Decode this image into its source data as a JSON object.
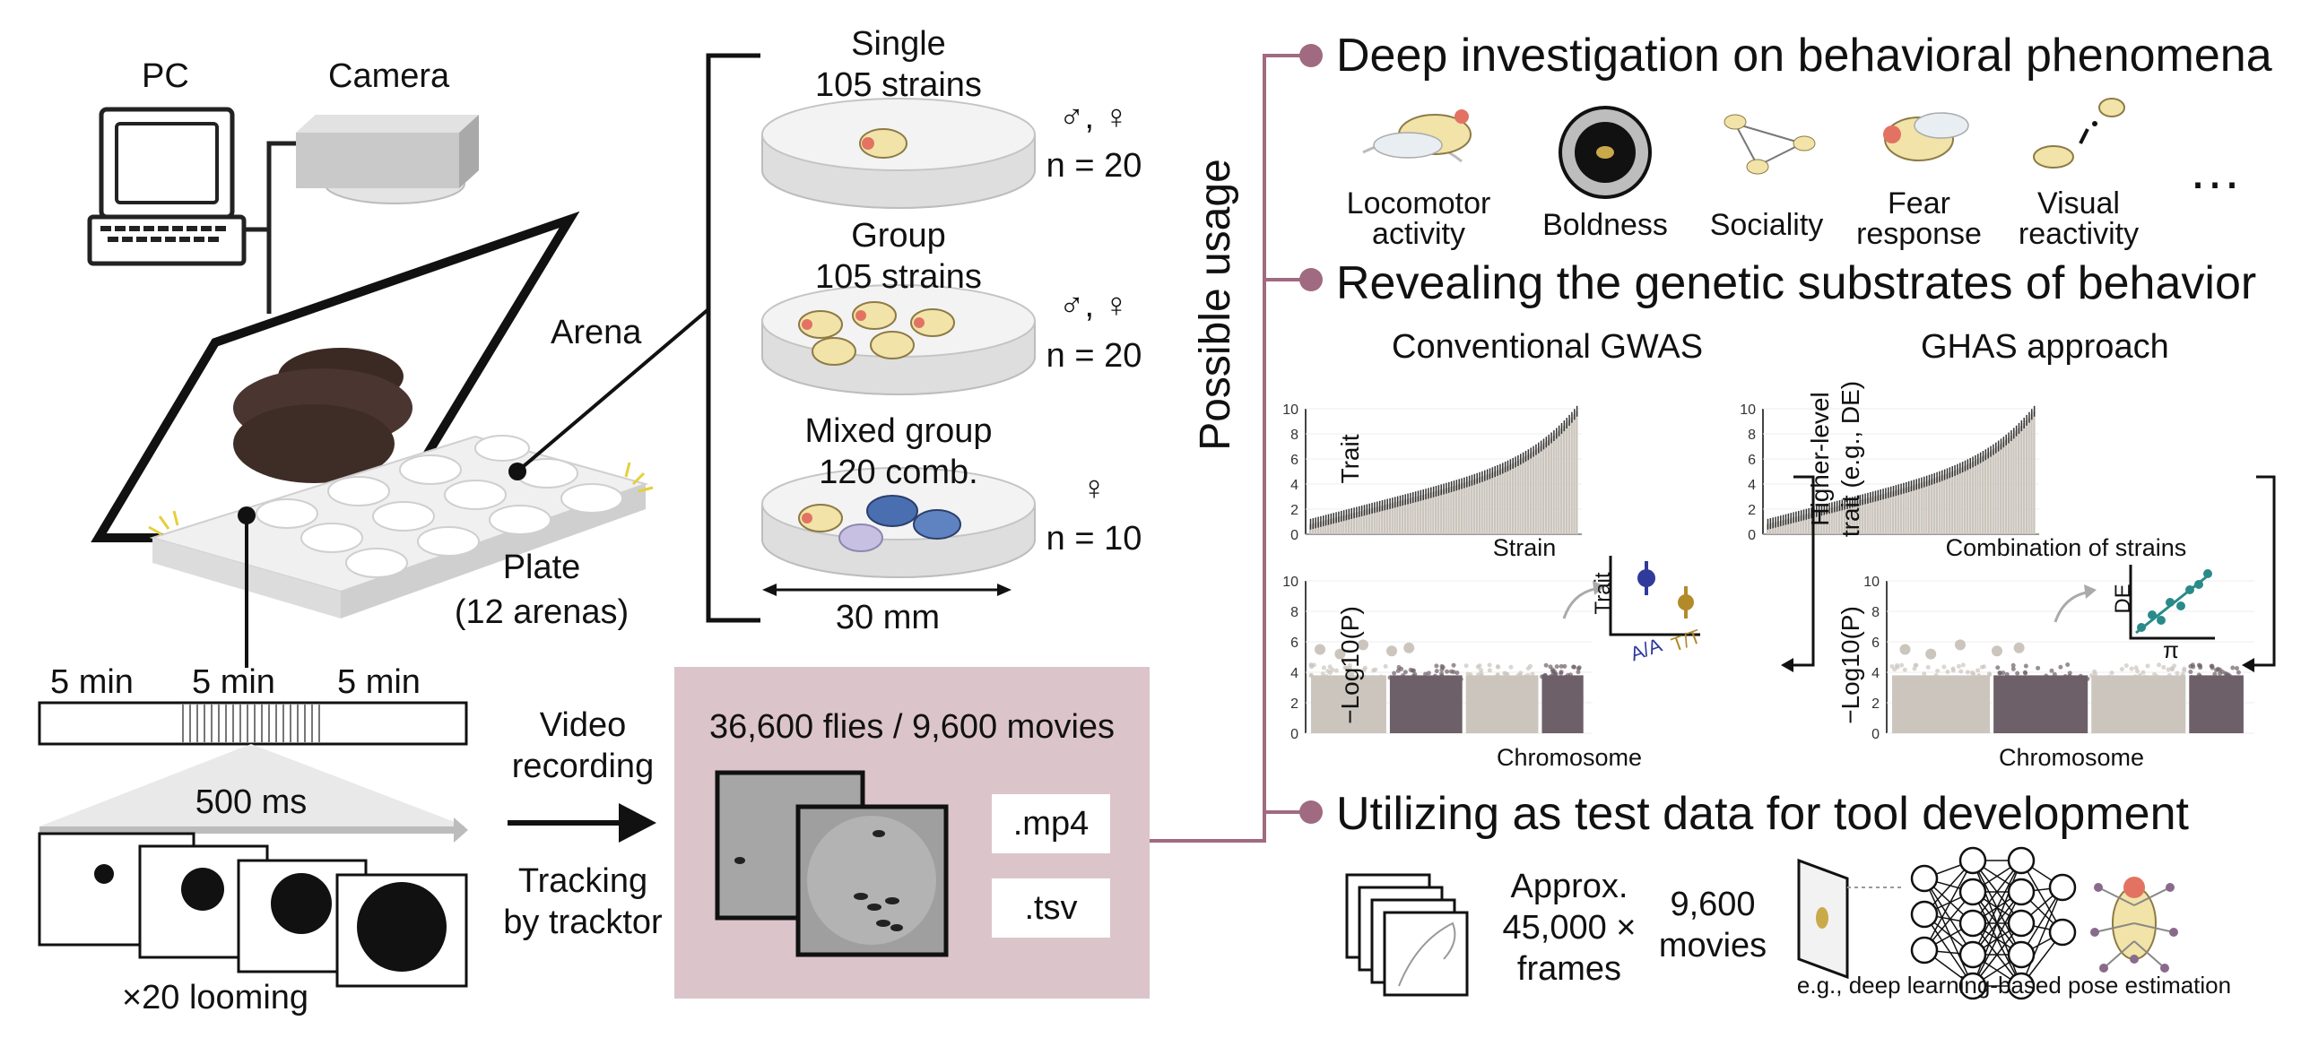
{
  "setup": {
    "pc": "PC",
    "camera": "Camera",
    "arena": "Arena",
    "plate": "Plate",
    "plate_sub": "(12 arenas)"
  },
  "conditions": {
    "single_title": "Single",
    "single_strains": "105 strains",
    "single_sex": "♂, ♀",
    "single_n": "n = 20",
    "group_title": "Group",
    "group_strains": "105 strains",
    "group_sex": "♂, ♀",
    "group_n": "n = 20",
    "mixed_title": "Mixed group",
    "mixed_comb": "120 comb.",
    "mixed_sex": "♀",
    "mixed_n": "n = 10",
    "dish_size": "30 mm"
  },
  "protocol": {
    "t1": "5 min",
    "t2": "5 min",
    "t3": "5 min",
    "stim_ms": "500 ms",
    "looming": "×20 looming",
    "video1": "Video",
    "video2": "recording",
    "track1": "Tracking",
    "track2": "by tracktor"
  },
  "dataset": {
    "title": "36,600 flies / 9,600 movies",
    "mp4": ".mp4",
    "tsv": ".tsv"
  },
  "usage": {
    "vertical_label": "Possible usage",
    "line_color": "#a06a80",
    "panel_color": "#dcc4cb",
    "b1_title": "Deep investigation on behavioral phenomena",
    "b1_items": [
      "Locomotor",
      "activity",
      "Boldness",
      "Sociality",
      "Fear",
      "response",
      "Visual",
      "reactivity"
    ],
    "b1_more": "…",
    "b2_title": "Revealing the genetic substrates of behavior",
    "gwas_title": "Conventional GWAS",
    "ghas_title": "GHAS approach",
    "gwas_ylabel": "Trait",
    "gwas_xlabel": "Strain",
    "ghas_ylabel1": "Higher-level",
    "ghas_ylabel2": "trait (e.g., DE)",
    "ghas_xlabel": "Combination of strains",
    "manh_ylabel": "−Log10(P)",
    "manh_xlabel": "Chromosome",
    "inset_trait": "Trait",
    "inset_aa": "A/A",
    "inset_tt": "T/T",
    "inset_de": "DE",
    "inset_pi": "π",
    "bar_ticks": [
      "10",
      "8",
      "6",
      "4",
      "2",
      "0"
    ],
    "b3_title": "Utilizing as test data for tool development",
    "approx1": "Approx.",
    "approx2": "45,000 ×",
    "approx3": "frames",
    "movies1": "9,600",
    "movies2": "movies",
    "pose_caption": "e.g., deep learning-based pose estimation"
  }
}
